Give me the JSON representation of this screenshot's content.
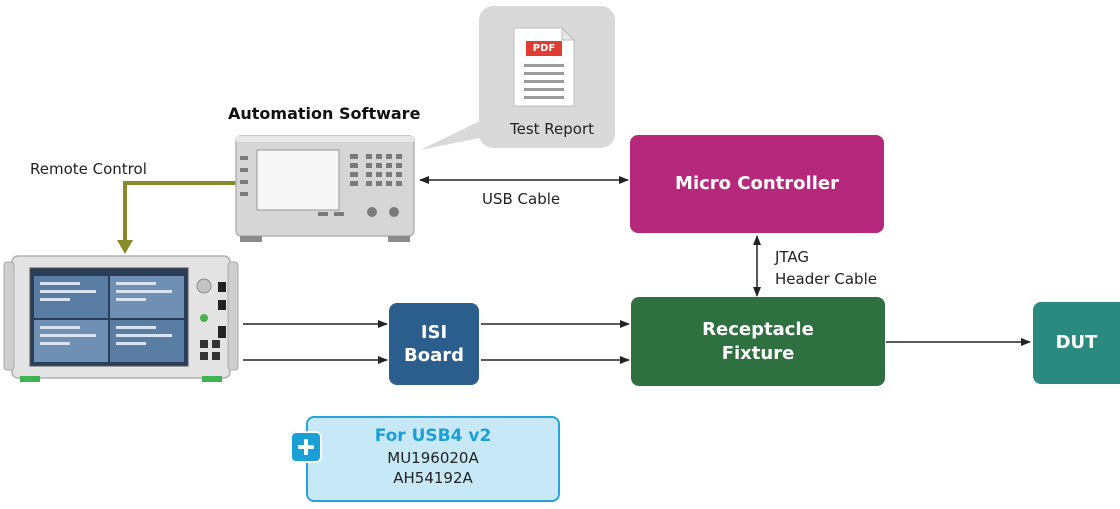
{
  "labels": {
    "automation_software": "Automation Software",
    "remote_control": "Remote Control",
    "usb_cable": "USB Cable",
    "jtag_line1": "JTAG",
    "jtag_line2": "Header Cable",
    "test_report": "Test Report",
    "pdf_badge": "PDF"
  },
  "boxes": {
    "micro_controller": "Micro Controller",
    "isi_line1": "ISI",
    "isi_line2": "Board",
    "receptacle_line1": "Receptacle",
    "receptacle_line2": "Fixture",
    "dut": "DUT"
  },
  "option": {
    "title": "For USB4 v2",
    "line1": "MU196020A",
    "line2": "AH54192A"
  },
  "colors": {
    "micro_controller": "#b5287c",
    "isi_board": "#2b5e8c",
    "receptacle_fixture": "#2f7040",
    "dut": "#2a8a80",
    "remote_control_cable": "#8a8a2a",
    "option_fill": "#c7e9f7",
    "option_border": "#27a3d8",
    "option_title": "#1a9fd6",
    "pdf_red": "#e03c31"
  },
  "icons": [
    "pdf-document-icon",
    "controller-instrument-icon",
    "signal-analyzer-icon",
    "plus-icon"
  ]
}
